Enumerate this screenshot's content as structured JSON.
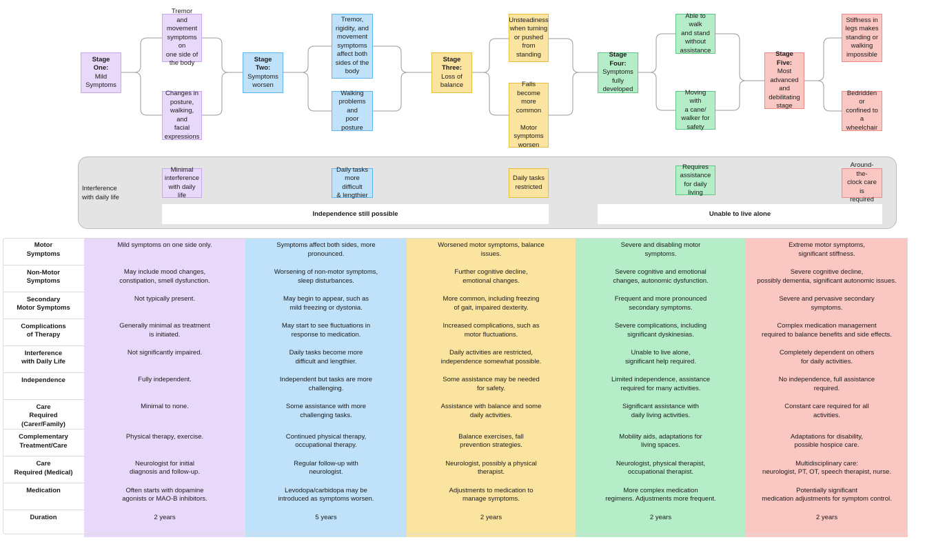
{
  "stages": [
    {
      "title": "Stage One:",
      "desc": "Mild\nSymptoms"
    },
    {
      "title": "Stage Two:",
      "desc": "Symptoms\nworsen"
    },
    {
      "title": "Stage Three:",
      "desc": "Loss of\nbalance"
    },
    {
      "title": "Stage Four:",
      "desc": "Symptoms\nfully\ndeveloped"
    },
    {
      "title": "Stage Five:",
      "desc": "Most\nadvanced\nand\ndebilitating\nstage"
    }
  ],
  "symptoms": {
    "s1_top": "Tremor and\nmovement\nsymptoms on\none side of\nthe body",
    "s1_bottom": "Changes in\nposture,\nwalking, and\nfacial\nexpressions",
    "s2_top": "Tremor,\nrigidity, and\nmovement\nsymptoms\naffect both\nsides of the\nbody",
    "s2_bottom": "Walking\nproblems and\npoor posture",
    "s3_top": "Unsteadiness\nwhen turning\nor pushed\nfrom\nstanding",
    "s3_bottom": "Falls become\nmore\ncommon\n\nMotor\nsymptoms\nworsen",
    "s4_top": "Able to walk\nand stand\nwithout\nassistance",
    "s4_bottom": "Moving with\na cane/\nwalker for\nsafety",
    "s5_top": "Stiffness in\nlegs makes\nstanding or\nwalking\nimpossible",
    "s5_bottom": "Bedridden or\nconfined to a\nwheelchair"
  },
  "interference": {
    "label": "Interference\nwith daily life",
    "items": [
      "Minimal\ninterference\nwith daily life",
      "Daily tasks\nmore difficult\n& lengthier",
      "Daily tasks\nrestricted",
      "Requires\nassistance\nfor daily living",
      "Around-the-\nclock care is\nrequired"
    ],
    "bar_left": "Independence still possible",
    "bar_right": "Unable to live alone"
  },
  "table": {
    "rows": [
      {
        "label": "Motor\nSymptoms",
        "cells": [
          "Mild symptoms on one side only.",
          "Symptoms affect both sides, more\npronounced.",
          "Worsened motor symptoms, balance\nissues.",
          "Severe and disabling motor\nsymptoms.",
          "Extreme motor symptoms,\nsignificant stiffness."
        ]
      },
      {
        "label": "Non-Motor\nSymptoms",
        "cells": [
          "May include mood changes,\nconstipation, smell dysfunction.",
          "Worsening of non-motor symptoms,\nsleep disturbances.",
          "Further cognitive decline,\nemotional changes.",
          "Severe cognitive and emotional\nchanges, autonomic dysfunction.",
          "Severe cognitive decline,\npossibly dementia, significant autonomic issues."
        ]
      },
      {
        "label": "Secondary\nMotor Symptoms",
        "cells": [
          "Not typically present.",
          "May begin to appear, such as\nmild freezing or dystonia.",
          "More common, including freezing\nof gait, impaired dexterity.",
          "Frequent and more pronounced\nsecondary symptoms.",
          "Severe and pervasive secondary\nsymptoms."
        ]
      },
      {
        "label": "Complications\nof Therapy",
        "cells": [
          "Generally minimal as treatment\nis initiated.",
          "May start to see fluctuations in\nresponse to medication.",
          "Increased complications, such as\nmotor fluctuations.",
          "Severe complications, including\nsignificant dyskinesias.",
          "Complex medication management\nrequired to balance benefits and side effects."
        ]
      },
      {
        "label": "Interference\nwith Daily Life",
        "cells": [
          "Not significantly impaired.",
          "Daily tasks become more\ndifficult and lengthier.",
          "Daily activities are restricted,\nindependence somewhat possible.",
          "Unable to live alone,\nsignificant help required.",
          "Completely dependent on others\nfor daily activities."
        ]
      },
      {
        "label": "Independence",
        "cells": [
          "Fully independent.",
          "Independent but tasks are more\nchallenging.",
          "Some assistance may be needed\nfor safety.",
          "Limited independence, assistance\nrequired for many activities.",
          "No independence, full assistance\nrequired."
        ]
      },
      {
        "label": "Care\nRequired (Carer/Family)",
        "cells": [
          "Minimal to none.",
          "Some assistance with more\nchallenging tasks.",
          "Assistance with balance and some\ndaily activities.",
          "Significant assistance with\ndaily living activities.",
          "Constant care required for all\nactivities."
        ]
      },
      {
        "label": "Complementary\nTreatment/Care",
        "cells": [
          "Physical therapy, exercise.",
          "Continued physical therapy,\noccupational therapy.",
          "Balance exercises, fall\nprevention strategies.",
          "Mobility aids, adaptations for\nliving spaces.",
          "Adaptations for disability,\npossible hospice care."
        ]
      },
      {
        "label": "Care\nRequired (Medical)",
        "cells": [
          "Neurologist for initial\ndiagnosis and follow-up.",
          "Regular follow-up with\nneurologist.",
          "Neurologist, possibly a physical\ntherapist.",
          "Neurologist, physical therapist,\noccupational therapist.",
          "Multidisciplinary care:\nneurologist, PT, OT, speech therapist, nurse."
        ]
      },
      {
        "label": "Medication",
        "cells": [
          "Often starts with dopamine\nagonists or MAO-B inhibitors.",
          "Levodopa/carbidopa may be\nintroduced as symptoms worsen.",
          "Adjustments to medication to\nmanage symptoms.",
          "More complex medication\nregimens. Adjustments more frequent.",
          "Potentially significant\nmedication adjustments for symptom control."
        ]
      },
      {
        "label": "Duration",
        "cells": [
          "2 years",
          "5 years",
          "2 years",
          "2 years",
          "2 years"
        ]
      }
    ]
  }
}
